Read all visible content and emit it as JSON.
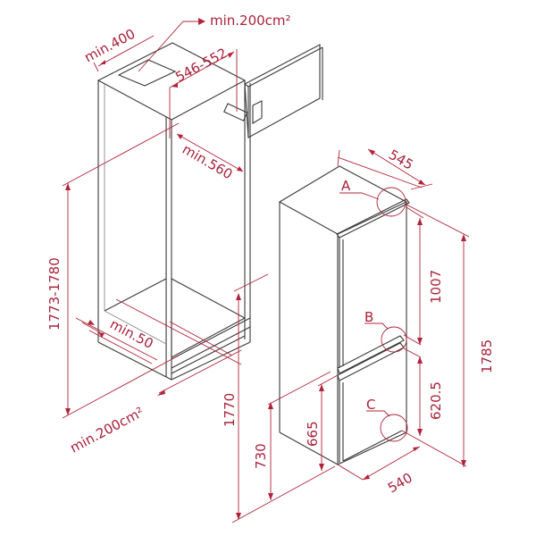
{
  "diagram": {
    "title": "Built-in fridge-freezer installation dimensions",
    "colors": {
      "dimension": "#b0243a",
      "outline": "#3a3a3a",
      "background": "#ffffff"
    },
    "niche": {
      "labels": {
        "top_vent_depth": "min.400",
        "top_vent_area": "min.200cm²",
        "niche_width": "546-552",
        "niche_depth": "min.560",
        "niche_height": "1773-1780",
        "bottom_gap": "min.50",
        "bottom_vent_area": "min.200cm²",
        "floor_to_lower_hinge": "1770",
        "lower_compartment": "730"
      }
    },
    "appliance": {
      "labels": {
        "depth": "545",
        "hinge_a": "A",
        "hinge_b": "B",
        "hinge_c": "C",
        "upper_door": "1007",
        "lower_door": "620.5",
        "total_height": "1785",
        "lower_height": "665",
        "width": "540"
      }
    }
  }
}
